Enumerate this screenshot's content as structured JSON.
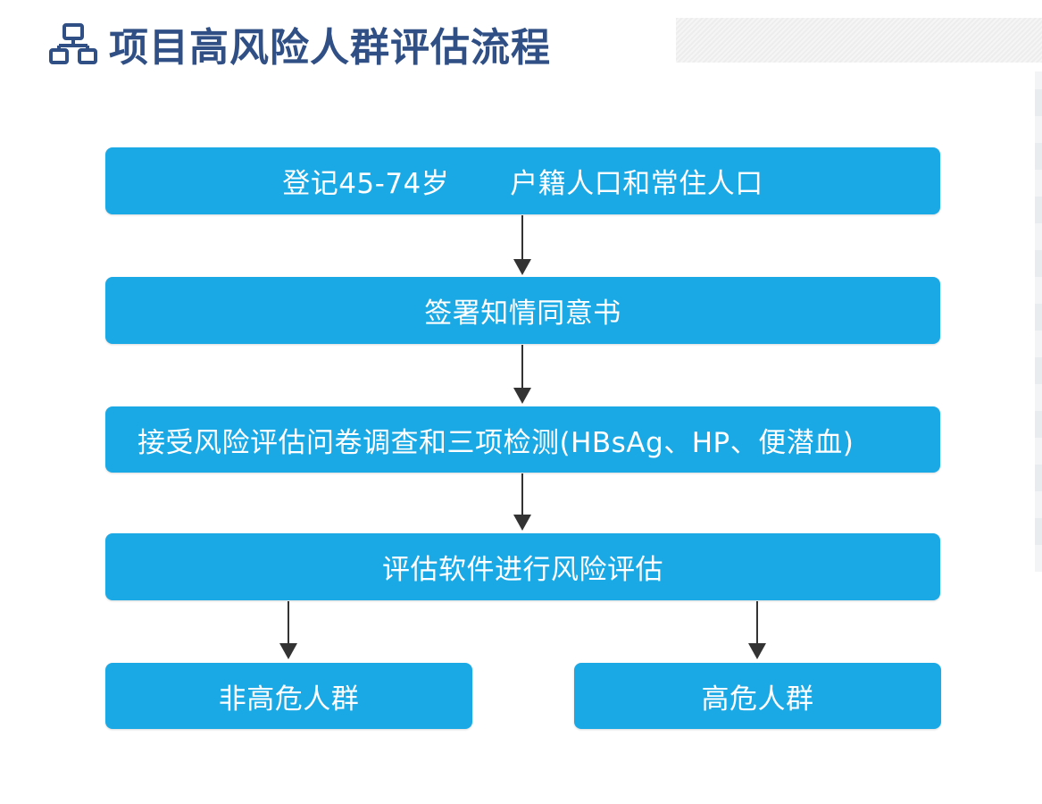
{
  "header": {
    "icon": "org-chart-icon",
    "title": "项目高风险人群评估流程"
  },
  "colors": {
    "title": "#2f4f85",
    "box_fill": "#1ba9e6",
    "box_text": "#ffffff",
    "arrow": "#333333"
  },
  "flow": {
    "step1": {
      "left_text": "登记45-74岁",
      "right_text": "户籍人口和常住人口"
    },
    "step2": {
      "label": "签署知情同意书"
    },
    "step3": {
      "label": "接受风险评估问卷调查和三项检测(HBsAg、HP、便潜血)"
    },
    "step4": {
      "label": "评估软件进行风险评估"
    },
    "outcome_left": {
      "label": "非高危人群"
    },
    "outcome_right": {
      "label": "高危人群"
    }
  }
}
